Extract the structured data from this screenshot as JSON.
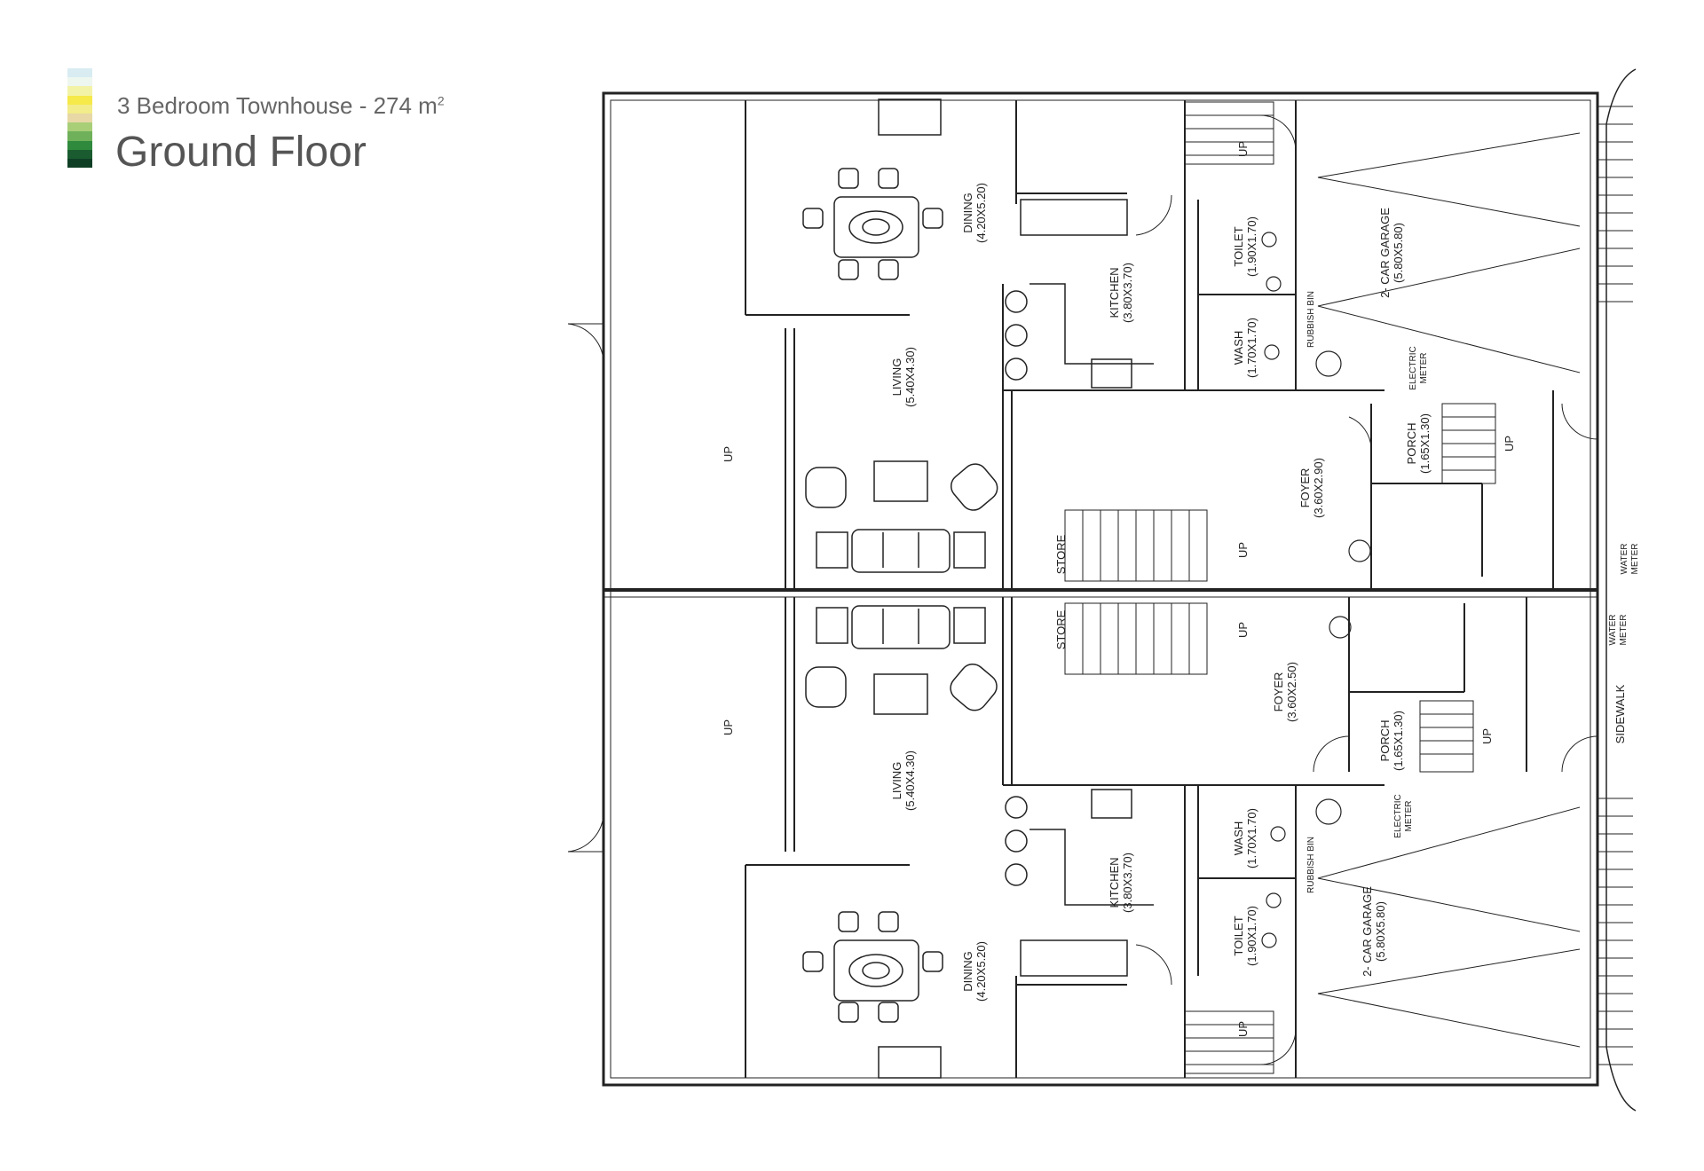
{
  "header": {
    "subtitle": "3 Bedroom Townhouse - 274 m",
    "subtitle_sup": "2",
    "title": "Ground Floor"
  },
  "legend_colors": [
    "#d9ecf2",
    "#eef6f0",
    "#f3f3a8",
    "#f6e94a",
    "#f2ec8a",
    "#e7d8a6",
    "#a8cf78",
    "#6fb05a",
    "#2f8a3e",
    "#1a5c30",
    "#0e3f25"
  ],
  "labels": {
    "up": "UP",
    "rubbish_bin": "RUBBISH BIN",
    "electric_meter_1": "ELECTRIC",
    "electric_meter_2": "METER",
    "water_meter_1": "WATER",
    "water_meter_2": "METER",
    "sidewalk": "SIDEWALK"
  },
  "units": {
    "upper": {
      "dining": {
        "name": "DINING",
        "dim": "(4.20X5.20)"
      },
      "living": {
        "name": "LIVING",
        "dim": "(5.40X4.30)"
      },
      "kitchen": {
        "name": "KITCHEN",
        "dim": "(3.80X3.70)"
      },
      "toilet": {
        "name": "TOILET",
        "dim": "(1.90X1.70)"
      },
      "wash": {
        "name": "WASH",
        "dim": "(1.70X1.70)"
      },
      "garage": {
        "name": "2- CAR GARAGE",
        "dim": "(5.80X5.80)"
      },
      "foyer": {
        "name": "FOYER",
        "dim": "(3.60X2.90)"
      },
      "porch": {
        "name": "PORCH",
        "dim": "(1.65X1.30)"
      },
      "store": {
        "name": "STORE"
      }
    },
    "lower": {
      "dining": {
        "name": "DINING",
        "dim": "(4.20X5.20)"
      },
      "living": {
        "name": "LIVING",
        "dim": "(5.40X4.30)"
      },
      "kitchen": {
        "name": "KITCHEN",
        "dim": "(3.80X3.70)"
      },
      "toilet": {
        "name": "TOILET",
        "dim": "(1.90X1.70)"
      },
      "wash": {
        "name": "WASH",
        "dim": "(1.70X1.70)"
      },
      "garage": {
        "name": "2- CAR GARAGE",
        "dim": "(5.80X5.80)"
      },
      "foyer": {
        "name": "FOYER",
        "dim": "(3.60X2.50)"
      },
      "porch": {
        "name": "PORCH",
        "dim": "(1.65X1.30)"
      },
      "store": {
        "name": "STORE"
      }
    }
  }
}
